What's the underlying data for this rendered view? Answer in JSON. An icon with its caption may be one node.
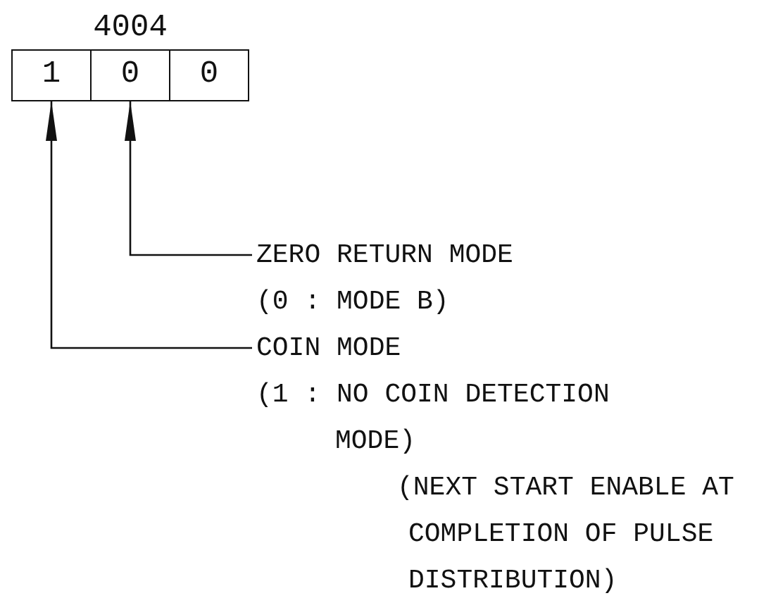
{
  "diagram": {
    "nodes": [
      {
        "text": [
          "4004"
        ]
      },
      {
        "text": [
          "1"
        ],
        "in": 0
      },
      {
        "text": [
          "0"
        ],
        "in": 0
      },
      {
        "text": [
          "0"
        ],
        "in": 0
      },
      {
        "text": [
          "ZERO RETURN MODE",
          "(0 : MODE B)"
        ]
      },
      {
        "text": [
          "COIN MODE",
          "(1 : NO COIN DETECTION MODE)",
          "(NEXT START ENABLE AT COMPLETION OF PULSE DISTRIBUTION)"
        ]
      }
    ],
    "edges": [
      {
        "from": 4,
        "to": 2,
        "arrow": "to"
      },
      {
        "from": 5,
        "to": 1,
        "arrow": "to"
      }
    ]
  }
}
